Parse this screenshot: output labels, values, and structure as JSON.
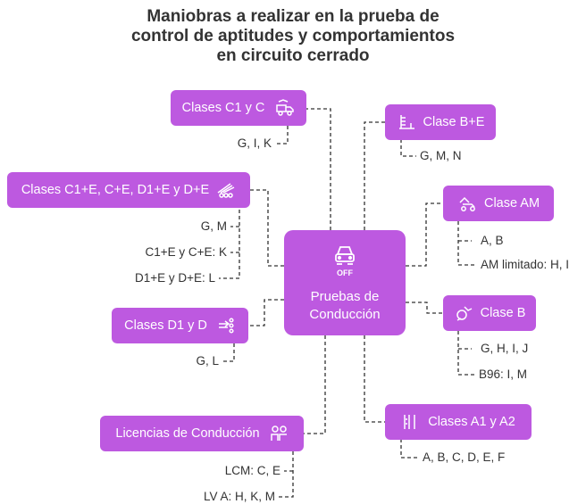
{
  "title": {
    "line1": "Maniobras a realizar en la prueba de",
    "line2": "control de aptitudes y comportamientos",
    "line3": "en circuito cerrado"
  },
  "center": {
    "label_line1": "Pruebas de",
    "label_line2": "Conducción",
    "icon_text": "OFF",
    "icon": "car-off-icon"
  },
  "colors": {
    "box": "#bd59e0",
    "text": "#333333",
    "line": "#333333"
  },
  "left": [
    {
      "label": "Clases C1 y C",
      "icon": "truck-icon",
      "items": [
        "G, I, K"
      ]
    },
    {
      "label": "Clases C1+E, C+E, D1+E y D+E",
      "icon": "trailer-truck-icon",
      "items": [
        "G, M",
        "C1+E y C+E: K",
        "D1+E y D+E: L"
      ]
    },
    {
      "label": "Clases D1 y D",
      "icon": "bus-icon",
      "items": [
        "G, L"
      ]
    },
    {
      "label": "Licencias de Conducción",
      "icon": "people-icon",
      "items": [
        "LCM: C, E",
        "LV A: H, K, M"
      ]
    }
  ],
  "right": [
    {
      "label": "Clase B+E",
      "icon": "car-trailer-icon",
      "items": [
        "G, M, N"
      ]
    },
    {
      "label": "Clase AM",
      "icon": "moped-icon",
      "items": [
        "A, B",
        "AM limitado: H, I"
      ]
    },
    {
      "label": "Clase B",
      "icon": "car-icon",
      "items": [
        "G, H, I, J",
        "B96: I, M"
      ]
    },
    {
      "label": "Clases A1 y A2",
      "icon": "motorcycle-icon",
      "items": [
        "A, B, C, D, E, F"
      ]
    }
  ]
}
